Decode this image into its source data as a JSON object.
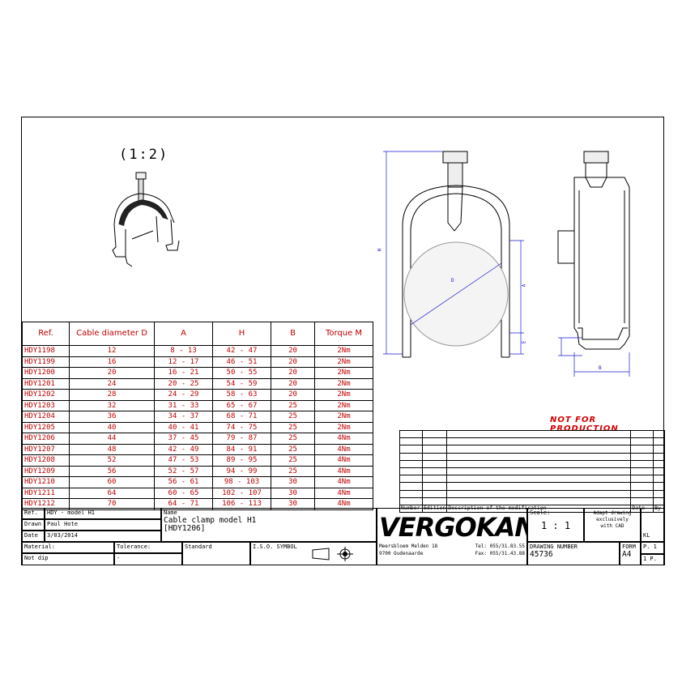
{
  "scale_label": "(1:2)",
  "table": {
    "headers": [
      "Ref.",
      "Cable diameter D",
      "A",
      "H",
      "B",
      "Torque M"
    ],
    "rows": [
      [
        "HDY1198",
        "12",
        "8 - 13",
        "42 - 47",
        "20",
        "2Nm"
      ],
      [
        "HDY1199",
        "16",
        "12 - 17",
        "46 - 51",
        "20",
        "2Nm"
      ],
      [
        "HDY1200",
        "20",
        "16 - 21",
        "50 - 55",
        "20",
        "2Nm"
      ],
      [
        "HDY1201",
        "24",
        "20 - 25",
        "54 - 59",
        "20",
        "2Nm"
      ],
      [
        "HDY1202",
        "28",
        "24 - 29",
        "58 - 63",
        "20",
        "2Nm"
      ],
      [
        "HDY1203",
        "32",
        "31 - 33",
        "65 - 67",
        "25",
        "2Nm"
      ],
      [
        "HDY1204",
        "36",
        "34 - 37",
        "68 - 71",
        "25",
        "2Nm"
      ],
      [
        "HDY1205",
        "40",
        "40 - 41",
        "74 - 75",
        "25",
        "2Nm"
      ],
      [
        "HDY1206",
        "44",
        "37 - 45",
        "79 - 87",
        "25",
        "4Nm"
      ],
      [
        "HDY1207",
        "48",
        "42 - 49",
        "84 - 91",
        "25",
        "4Nm"
      ],
      [
        "HDY1208",
        "52",
        "47 - 53",
        "89 - 95",
        "25",
        "4Nm"
      ],
      [
        "HDY1209",
        "56",
        "52 - 57",
        "94 - 99",
        "25",
        "4Nm"
      ],
      [
        "HDY1210",
        "60",
        "56 - 61",
        "98 - 103",
        "30",
        "4Nm"
      ],
      [
        "HDY1211",
        "64",
        "60 - 65",
        "102 - 107",
        "30",
        "4Nm"
      ],
      [
        "HDY1212",
        "70",
        "64 - 71",
        "106 - 113",
        "30",
        "4Nm"
      ]
    ]
  },
  "dimension_labels": {
    "h": "H",
    "d": "D",
    "a": "A",
    "e": "E",
    "b": "B"
  },
  "not_for_production": "NOT FOR PRODUCTION",
  "revision": {
    "number": "Number",
    "edition": "Edition",
    "description": "Description of the modification",
    "date": "Date",
    "by": "By"
  },
  "title_block": {
    "ref_label": "Ref.",
    "ref_value": "HDY - model H1",
    "drawn_label": "Drawn",
    "drawn_value": "Paul Hote",
    "date_label": "Date",
    "date_value": "3/03/2014",
    "name_label": "Name",
    "name_line1": "Cable clamp model H1",
    "name_line2": "[HDY1206]",
    "material_label": "Material:",
    "tolerance_label": "Tolerance:",
    "tolerance_value": "-",
    "standard_label": "Standard",
    "symbol_label": "I.S.O. SYMBOL",
    "material_value": "Not dip",
    "company": "VERGOKAN",
    "address1": "Meersbloem Melden 18",
    "address2": "9700 Oudenaarde",
    "tel": "Tel: 055/31.83.55",
    "fax": "Fax: 055/31.43.88",
    "scale_label": "Scale:",
    "scale_value": "1 : 1",
    "note_line1": "Adapt drawing",
    "note_line2": "exclusively",
    "note_line3": "with CAD",
    "kl": "KL",
    "drawing_number_label": "DRAWING NUMBER",
    "drawing_number": "45736",
    "form_label": "FORM",
    "form_value": "A4",
    "page": "P. 1",
    "pages": "1 P."
  }
}
